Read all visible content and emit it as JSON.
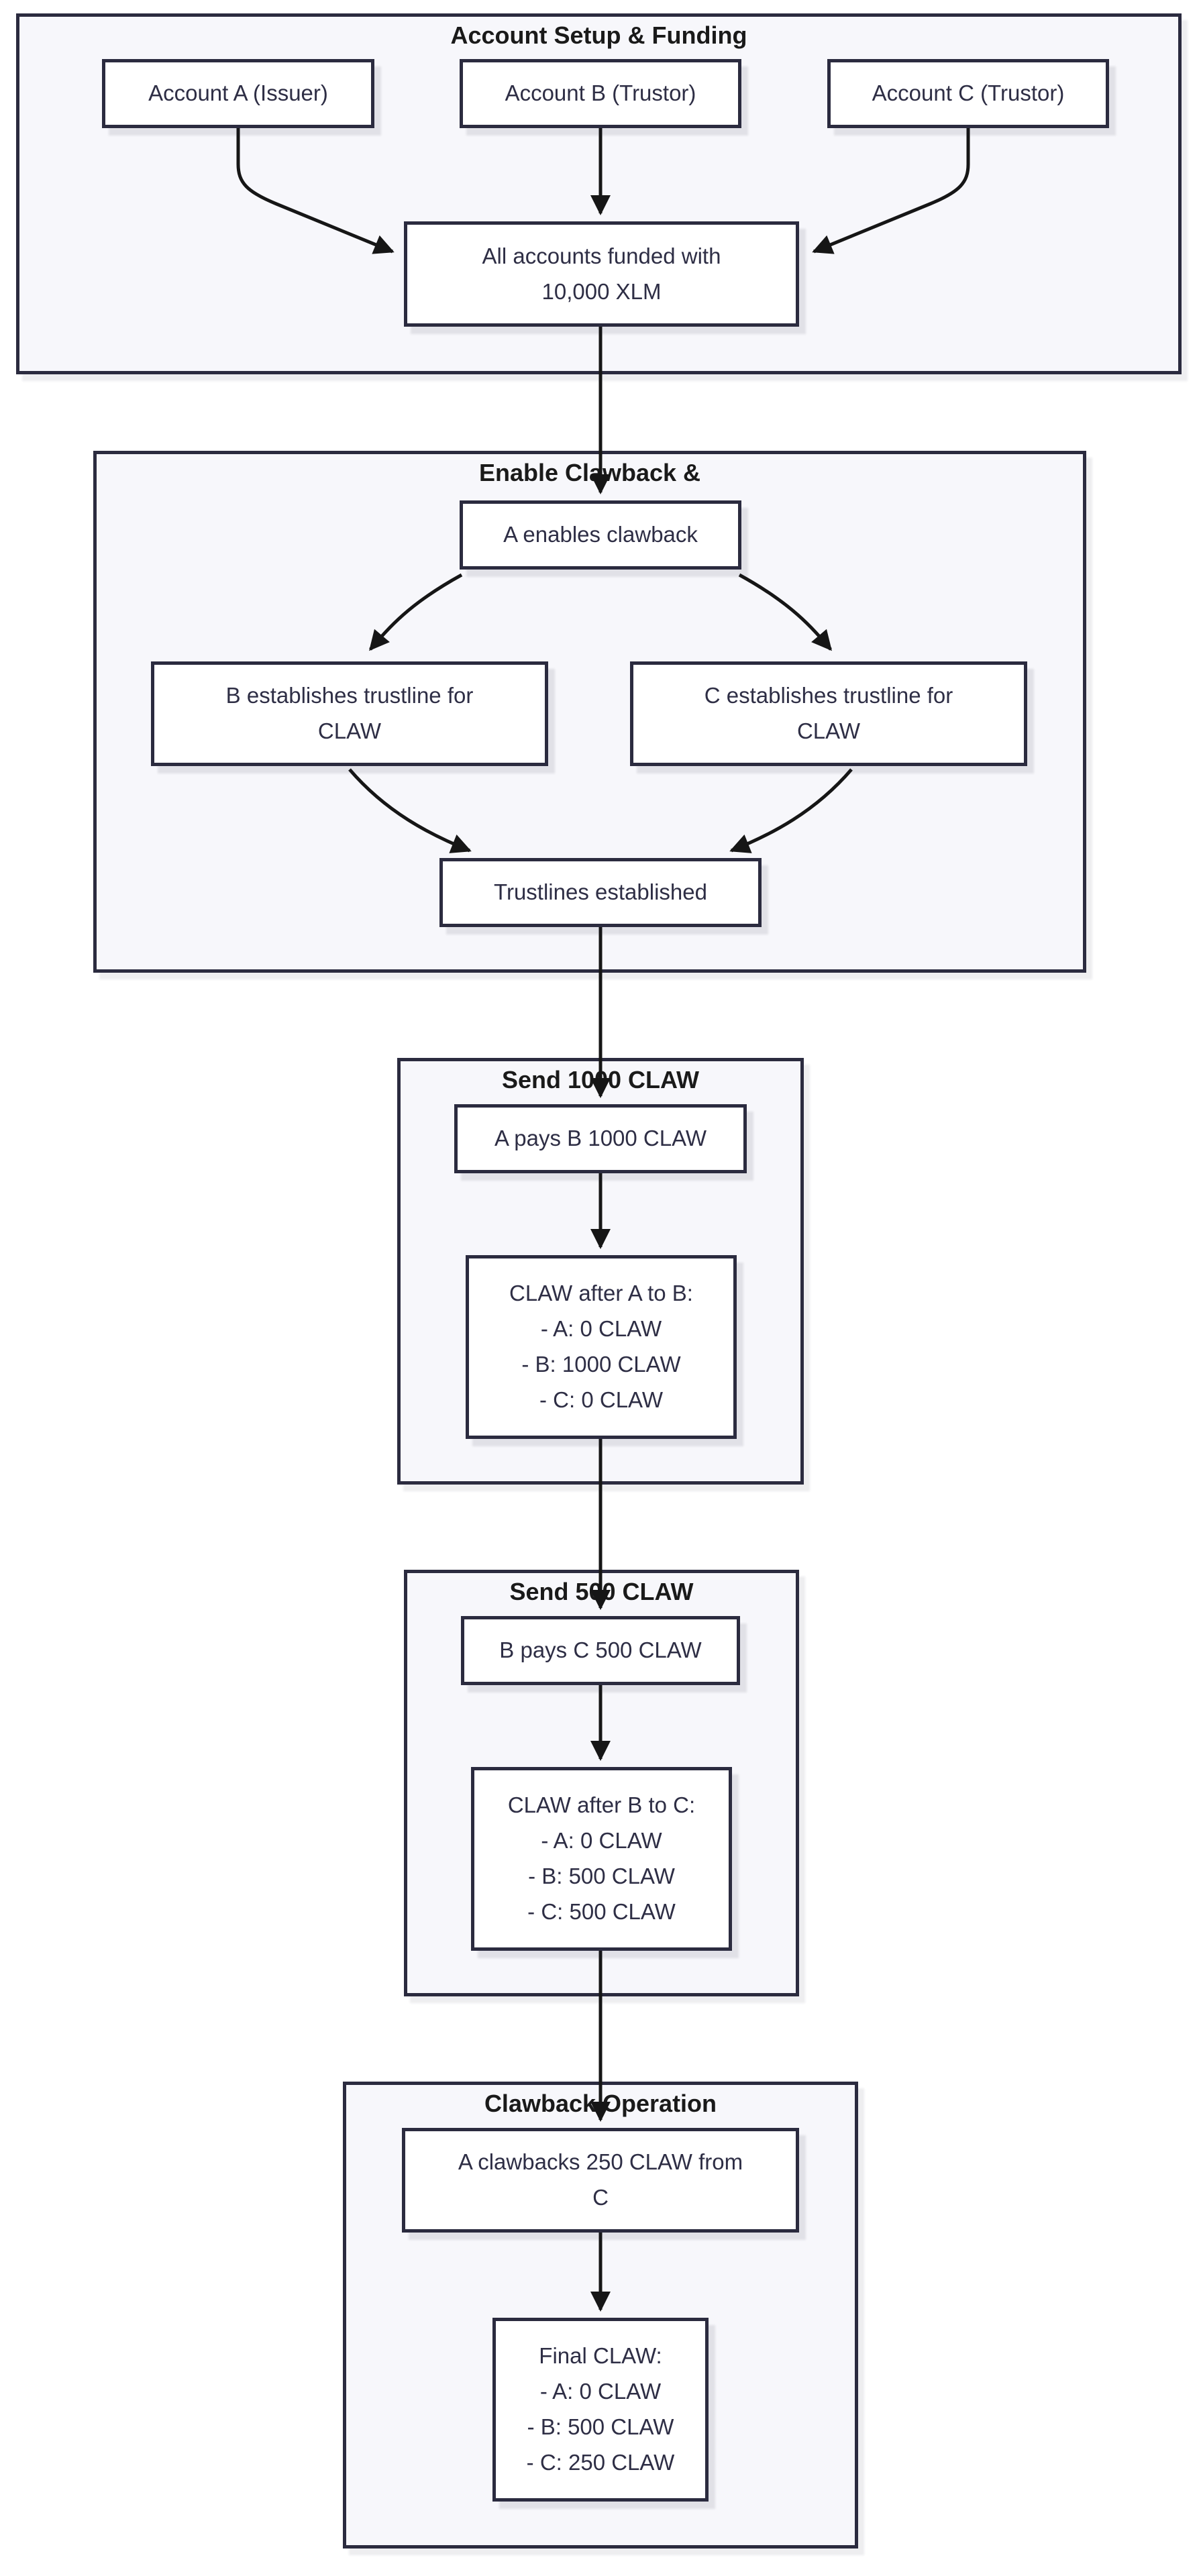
{
  "colors": {
    "page_background": "#ffffff",
    "subgraph_fill": "#f7f7fb",
    "subgraph_border": "#2b2b3f",
    "node_fill": "#ffffff",
    "node_border": "#2b2b3f",
    "node_text": "#2e2e45",
    "title_text": "#1a1a1a",
    "edge": "#161616"
  },
  "diagram": {
    "type": "flowchart",
    "direction": "top-down",
    "subgraphs": [
      {
        "title": "Account Setup & Funding",
        "nodes": [
          {
            "id": "account-a",
            "label": "Account A (Issuer)"
          },
          {
            "id": "account-b",
            "label": "Account B (Trustor)"
          },
          {
            "id": "account-c",
            "label": "Account C (Trustor)"
          },
          {
            "id": "funded",
            "label": "All accounts funded with\n10,000 XLM"
          }
        ]
      },
      {
        "title": "Enable Clawback &",
        "nodes": [
          {
            "id": "enable-clawback",
            "label": "A enables clawback"
          },
          {
            "id": "b-trustline",
            "label": "B establishes trustline for\nCLAW"
          },
          {
            "id": "c-trustline",
            "label": "C establishes trustline for\nCLAW"
          },
          {
            "id": "trustlines-established",
            "label": "Trustlines established"
          }
        ]
      },
      {
        "title": "Send 1000 CLAW",
        "nodes": [
          {
            "id": "a-pays-b",
            "label": "A pays B 1000 CLAW"
          },
          {
            "id": "balance-after-a-b",
            "label": "CLAW after A to B:\n- A: 0 CLAW\n- B: 1000 CLAW\n- C: 0 CLAW"
          }
        ]
      },
      {
        "title": "Send 500 CLAW",
        "nodes": [
          {
            "id": "b-pays-c",
            "label": "B pays C 500 CLAW"
          },
          {
            "id": "balance-after-b-c",
            "label": "CLAW after B to C:\n- A: 0 CLAW\n- B: 500 CLAW\n- C: 500 CLAW"
          }
        ]
      },
      {
        "title": "Clawback Operation",
        "nodes": [
          {
            "id": "a-clawbacks",
            "label": "A clawbacks 250 CLAW from\nC"
          },
          {
            "id": "final-balance",
            "label": "Final CLAW:\n- A: 0 CLAW\n- B: 500 CLAW\n- C: 250 CLAW"
          }
        ]
      }
    ],
    "edges": [
      {
        "from": "Account A (Issuer)",
        "to": "All accounts funded with 10,000 XLM"
      },
      {
        "from": "Account B (Trustor)",
        "to": "All accounts funded with 10,000 XLM"
      },
      {
        "from": "Account C (Trustor)",
        "to": "All accounts funded with 10,000 XLM"
      },
      {
        "from": "All accounts funded with 10,000 XLM",
        "to": "A enables clawback"
      },
      {
        "from": "A enables clawback",
        "to": "B establishes trustline for CLAW"
      },
      {
        "from": "A enables clawback",
        "to": "C establishes trustline for CLAW"
      },
      {
        "from": "B establishes trustline for CLAW",
        "to": "Trustlines established"
      },
      {
        "from": "C establishes trustline for CLAW",
        "to": "Trustlines established"
      },
      {
        "from": "Trustlines established",
        "to": "A pays B 1000 CLAW"
      },
      {
        "from": "A pays B 1000 CLAW",
        "to": "CLAW after A to B balances"
      },
      {
        "from": "CLAW after A to B balances",
        "to": "B pays C 500 CLAW"
      },
      {
        "from": "B pays C 500 CLAW",
        "to": "CLAW after B to C balances"
      },
      {
        "from": "CLAW after B to C balances",
        "to": "A clawbacks 250 CLAW from C"
      },
      {
        "from": "A clawbacks 250 CLAW from C",
        "to": "Final CLAW balances"
      }
    ]
  }
}
